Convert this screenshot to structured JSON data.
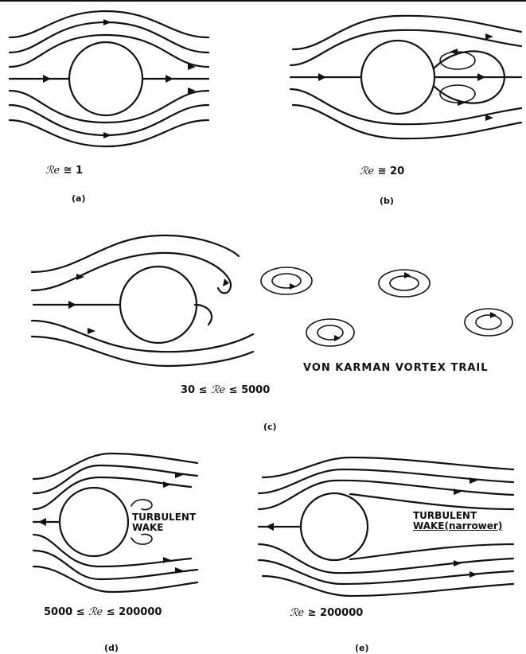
{
  "panels": [
    {
      "id": "a",
      "label": "(a)",
      "condition_symbol": "ℛe",
      "condition_text": "≅ 1"
    },
    {
      "id": "b",
      "label": "(b)",
      "condition_symbol": "ℛe",
      "condition_text": "≅ 20"
    },
    {
      "id": "c",
      "label": "(c)",
      "condition_prefix": "30 ≤ ",
      "condition_symbol": "ℛe",
      "condition_text": "≤ 5000",
      "caption": "VON KARMAN VORTEX TRAIL"
    },
    {
      "id": "d",
      "label": "(d)",
      "condition_prefix": "5000 ≤ ",
      "condition_symbol": "ℛe",
      "condition_text": "≤ 200000",
      "wake_line1": "TURBULENT",
      "wake_line2": "WAKE"
    },
    {
      "id": "e",
      "label": "(e)",
      "condition_symbol": "ℛe",
      "condition_text": "≥ 200000",
      "wake_line1": "TURBULENT",
      "wake_line2": "WAKE(narrower)"
    }
  ]
}
